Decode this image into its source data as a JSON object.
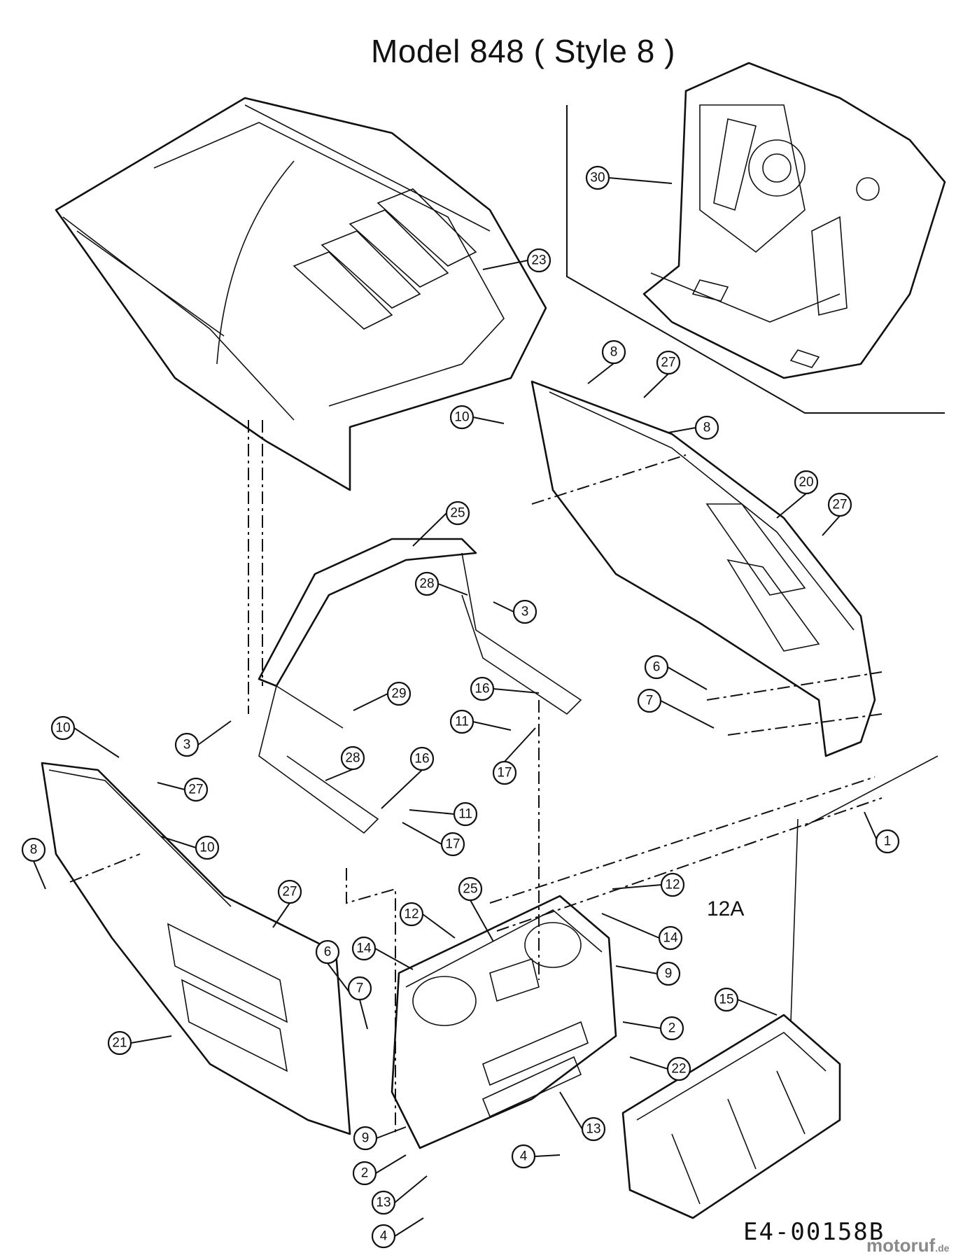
{
  "title": "Model 848    ( Style 8 )",
  "drawing_code": "E4-00158B",
  "watermark": {
    "main": "motoruf",
    "suffix": ".de"
  },
  "colors": {
    "ink": "#111111",
    "background": "#ffffff",
    "watermark": "#8a8a8a"
  },
  "callouts": [
    "1",
    "2",
    "3",
    "4",
    "6",
    "7",
    "8",
    "9",
    "10",
    "11",
    "12",
    "13",
    "14",
    "15",
    "16",
    "17",
    "20",
    "21",
    "22",
    "23",
    "25",
    "27",
    "28",
    "29",
    "30"
  ],
  "free_labels": [
    "12A"
  ]
}
